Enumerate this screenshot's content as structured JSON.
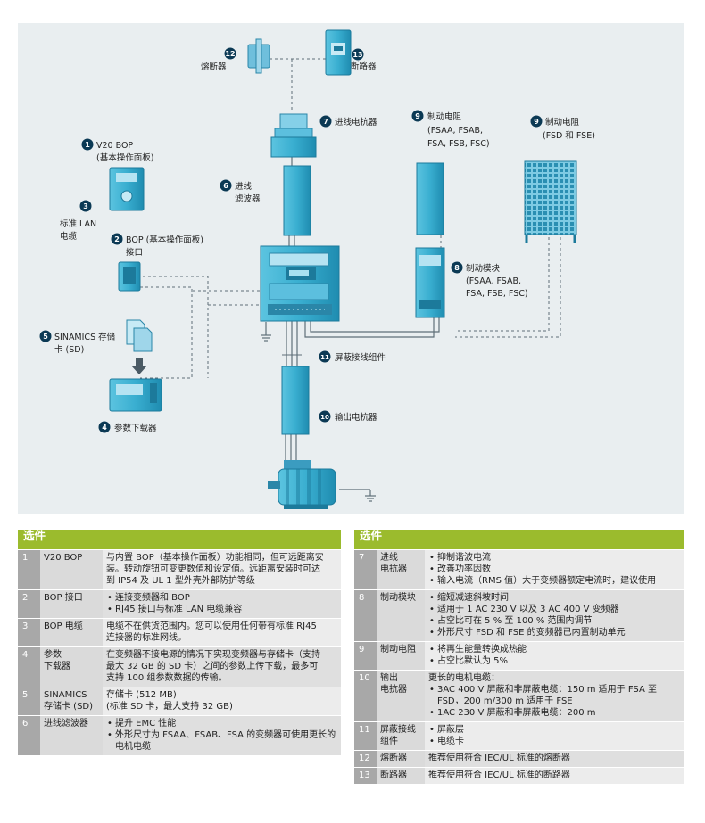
{
  "diagram": {
    "labels": {
      "l1_title": "V20 BOP",
      "l1_sub": "(基本操作面板)",
      "l2_title": "BOP (基本操作面板)",
      "l2_sub": "接口",
      "l3_a": "标准 LAN",
      "l3_b": "电缆",
      "l4": "参数下载器",
      "l5_a": "SINAMICS 存储",
      "l5_b": "卡 (SD)",
      "l6_a": "进线",
      "l6_b": "滤波器",
      "l7": "进线电抗器",
      "l8_a": "制动模块",
      "l8_b": "(FSAA, FSAB,",
      "l8_c": "FSA, FSB, FSC)",
      "l9a_a": "制动电阻",
      "l9a_b": "(FSAA, FSAB,",
      "l9a_c": "FSA, FSB, FSC)",
      "l9b_a": "制动电阻",
      "l9b_b": "(FSD 和 FSE)",
      "l10": "输出电抗器",
      "l11": "屏蔽接线组件",
      "l12": "熔断器",
      "l13": "断路器"
    },
    "badges": [
      "1",
      "2",
      "3",
      "4",
      "5",
      "6",
      "7",
      "8",
      "9",
      "10",
      "11",
      "12",
      "13"
    ]
  },
  "left_table": {
    "header": "选件",
    "rows": [
      {
        "num": "1",
        "name": [
          "V20 BOP"
        ],
        "desc_lines": [
          "与内置 BOP（基本操作面板）功能相同，但可远距离安",
          "装。转动旋钮可变更数值和设定值。远距离安装时可达",
          "到 IP54 及 UL 1 型外壳外部防护等级"
        ],
        "bullets": []
      },
      {
        "num": "2",
        "name": [
          "BOP 接口"
        ],
        "desc_lines": [],
        "bullets": [
          "连接变频器和 BOP",
          "RJ45 接口与标准 LAN 电缆兼容"
        ]
      },
      {
        "num": "3",
        "name": [
          "BOP 电缆"
        ],
        "desc_lines": [
          "电缆不在供货范围内。您可以使用任何带有标准 RJ45",
          "连接器的标准网线。"
        ],
        "bullets": []
      },
      {
        "num": "4",
        "name": [
          "参数",
          "下载器"
        ],
        "desc_lines": [
          "在变频器不接电源的情况下实现变频器与存储卡（支持",
          "最大 32 GB 的 SD 卡）之间的参数上传下载，最多可",
          "支持 100 组参数数据的传输。"
        ],
        "bullets": []
      },
      {
        "num": "5",
        "name": [
          "SINAMICS",
          "存储卡 (SD)"
        ],
        "desc_lines": [
          "存储卡 (512 MB)",
          "(标准 SD 卡，最大支持 32 GB)"
        ],
        "bullets": []
      },
      {
        "num": "6",
        "name": [
          "进线滤波器"
        ],
        "desc_lines": [],
        "bullets": [
          "提升 EMC 性能",
          "外形尺寸为 FSAA、FSAB、FSA 的变频器可使用更长的电机电缆"
        ]
      }
    ]
  },
  "right_table": {
    "header": "选件",
    "rows": [
      {
        "num": "7",
        "name": [
          "进线",
          "电抗器"
        ],
        "desc_lines": [],
        "bullets": [
          "抑制谐波电流",
          "改善功率因数",
          "输入电流（RMS 值）大于变频器额定电流时，建议使用"
        ]
      },
      {
        "num": "8",
        "name": [
          "制动模块"
        ],
        "desc_lines": [],
        "bullets": [
          "缩短减速斜坡时间",
          "适用于 1 AC 230 V 以及 3 AC 400 V 变频器",
          "占空比可在 5 % 至 100 % 范围内调节",
          "外形尺寸 FSD 和 FSE 的变频器已内置制动单元"
        ]
      },
      {
        "num": "9",
        "name": [
          "制动电阻"
        ],
        "desc_lines": [],
        "bullets": [
          "将再生能量转换成热能",
          "占空比默认为 5%"
        ]
      },
      {
        "num": "10",
        "name": [
          "输出",
          "电抗器"
        ],
        "desc_lines": [
          "更长的电机电缆："
        ],
        "bullets": [
          "3AC 400 V 屏蔽和非屏蔽电缆：150 m 适用于 FSA 至 FSD，200 m/300 m 适用于 FSE",
          "1AC 230 V 屏蔽和非屏蔽电缆：200 m"
        ]
      },
      {
        "num": "11",
        "name": [
          "屏蔽接线",
          "组件"
        ],
        "desc_lines": [],
        "bullets": [
          "屏蔽层",
          "电缆卡"
        ]
      },
      {
        "num": "12",
        "name": [
          "熔断器"
        ],
        "desc_lines": [
          "推荐使用符合 IEC/UL 标准的熔断器"
        ],
        "bullets": []
      },
      {
        "num": "13",
        "name": [
          "断路器"
        ],
        "desc_lines": [
          "推荐使用符合 IEC/UL 标准的断路器"
        ],
        "bullets": []
      }
    ]
  },
  "colors": {
    "teal": "#29a3c4",
    "badge": "#0b3954",
    "accent": "#9bbb2d",
    "cable": "#5f6f78"
  }
}
